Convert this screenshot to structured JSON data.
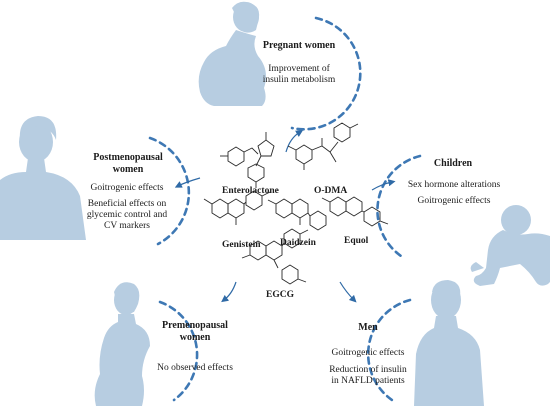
{
  "groups": {
    "pregnant": {
      "title": "Pregnant women",
      "effects": [
        "Improvement of",
        "insulin metabolism"
      ]
    },
    "postmenopausal": {
      "title_lines": [
        "Postmenopausal",
        "women"
      ],
      "effects": [
        "Goitrogenic effects",
        "Beneficial effects on",
        "glycemic control and",
        "CV markers"
      ]
    },
    "children": {
      "title": "Children",
      "effects": [
        "Sex hormone alterations",
        "Goitrogenic effects"
      ]
    },
    "premenopausal": {
      "title_lines": [
        "Premenopausal",
        "women"
      ],
      "effects": [
        "No observed effects"
      ]
    },
    "men": {
      "title": "Men",
      "effects": [
        "Goitrogenic effects",
        "Reduction of insulin",
        "in NAFLD patients"
      ]
    }
  },
  "compounds": {
    "enterolactone": "Enterolactone",
    "odma": "O-DMA",
    "genistein": "Genistein",
    "daidzein": "Daidzein",
    "equol": "Equol",
    "egcg": "EGCG"
  },
  "colors": {
    "silhouette": "#b7cde1",
    "dashed_arc": "#3e78b4",
    "arrow": "#2f6aa6",
    "text": "#1c1c1c"
  },
  "icons": [
    "pregnant-woman-silhouette",
    "woman-bust-silhouette",
    "baby-silhouette",
    "woman-silhouette",
    "man-silhouette"
  ]
}
